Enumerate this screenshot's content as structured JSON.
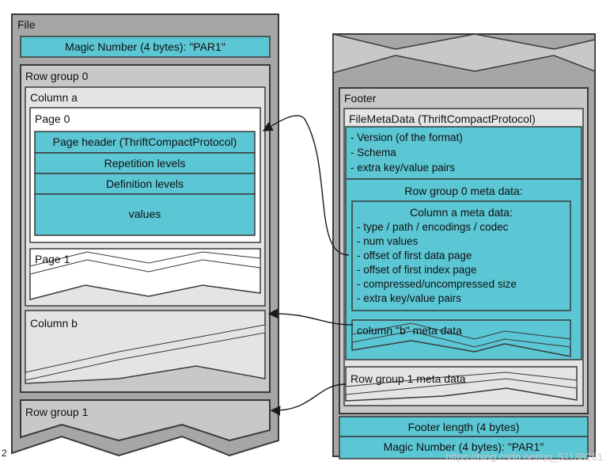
{
  "file": {
    "label": "File",
    "magic_top": "Magic Number (4 bytes): \"PAR1\"",
    "row_group_0": {
      "label": "Row group 0",
      "column_a": {
        "label": "Column a",
        "page_0": {
          "label": "Page 0",
          "header": "Page header (ThriftCompactProtocol)",
          "repetition": "Repetition levels",
          "definition": "Definition levels",
          "values": "values"
        },
        "page_1": {
          "label": "Page 1"
        }
      },
      "column_b": {
        "label": "Column b"
      }
    },
    "row_group_1": {
      "label": "Row group 1"
    }
  },
  "footer": {
    "label": "Footer",
    "file_meta": {
      "title": "FileMetaData (ThriftCompactProtocol)",
      "items": [
        "- Version (of the format)",
        "- Schema",
        "- extra key/value pairs"
      ]
    },
    "row_group_0_meta": {
      "title": "Row group 0 meta data:",
      "column_a_meta": {
        "title": "Column a meta data:",
        "items": [
          "- type / path / encodings /  codec",
          "- num values",
          "- offset of first data page",
          "- offset of first index page",
          "- compressed/uncompressed size",
          "- extra key/value pairs"
        ]
      },
      "column_b_meta": "column \"b\" meta data"
    },
    "row_group_1_meta": "Row group 1 meta data",
    "footer_length": "Footer length (4 bytes)",
    "magic_bottom": "Magic Number (4 bytes): \"PAR1\""
  },
  "page_prefix": "2",
  "watermark": "https://blog.csdn.net/qq_51138261",
  "colors": {
    "teal": "#5bc6d4",
    "light_gray": "#e4e4e4",
    "mid_gray": "#c8c8c8",
    "dark_gray": "#a6a6a6",
    "outline": "#3a3a3a"
  }
}
